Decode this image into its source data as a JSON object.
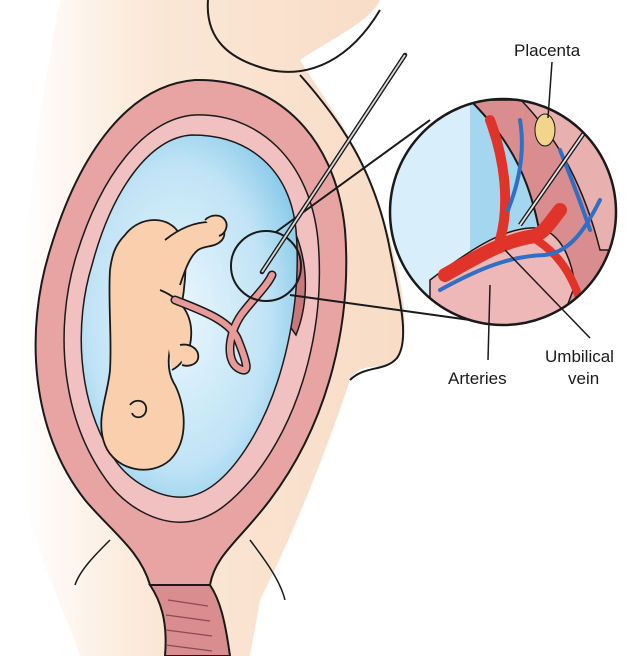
{
  "labels": {
    "placenta": "Placenta",
    "arteries": "Arteries",
    "umbilical_line1": "Umbilical",
    "umbilical_line2": "vein"
  },
  "colors": {
    "skin": "#fbe3cf",
    "uterus": "#e8a3a3",
    "uterus_dark": "#c56f72",
    "fluid": "#bfe3f5",
    "fluid_light": "#e6f5fc",
    "fetus": "#f9cfae",
    "artery": "#e0342a",
    "vein": "#2f6fc4",
    "outline": "#1a1a1a"
  }
}
